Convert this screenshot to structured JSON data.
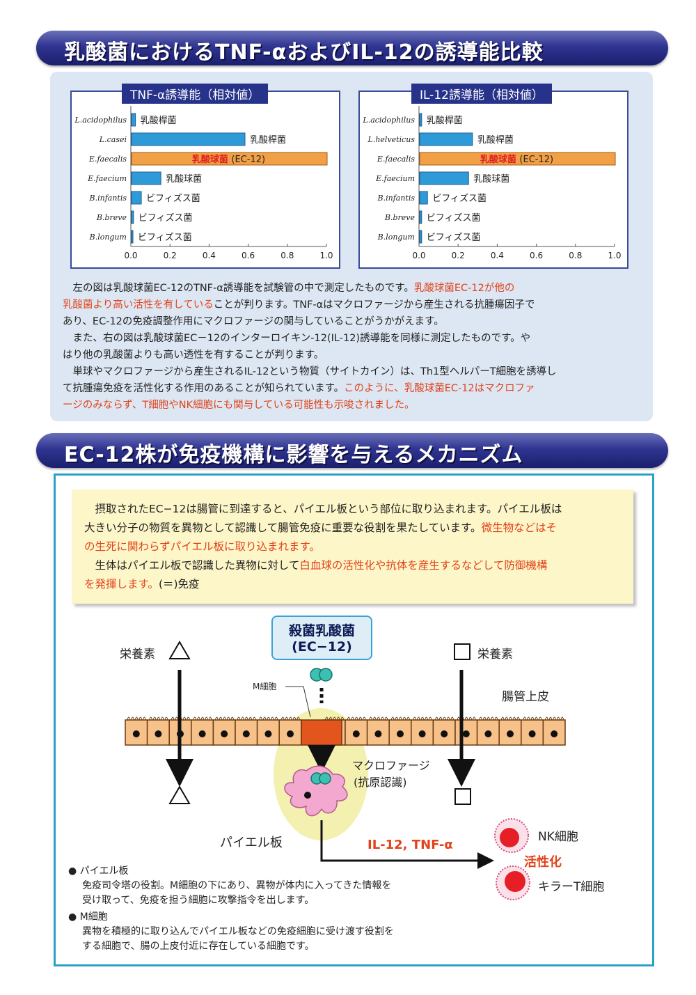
{
  "section1": {
    "title": "乳酸菌におけるTNF-αおよびIL-12の誘導能比較"
  },
  "section2": {
    "title": "EC-12株が免疫機構に影響を与えるメカニズム"
  },
  "chart_data": [
    {
      "type": "bar",
      "title": "TNF-α誘導能（相対値）",
      "categories": [
        "L.acidophilus",
        "L.casei",
        "E.faecalis",
        "E.faecium",
        "B.infantis",
        "B.breve",
        "B.longum"
      ],
      "bar_labels": [
        "乳酸桿菌",
        "乳酸桿菌",
        "乳酸球菌",
        "乳酸球菌",
        "ビフィズス菌",
        "ビフィズス菌",
        "ビフィズス菌"
      ],
      "highlight_suffix": "(EC-12)",
      "highlight_index": 2,
      "values": [
        0.02,
        0.58,
        1.0,
        0.15,
        0.05,
        0.01,
        0.0
      ],
      "xlim": [
        0,
        1.0
      ],
      "xticks": [
        "0.0",
        "0.2",
        "0.4",
        "0.6",
        "0.8",
        "1.0"
      ],
      "colors": {
        "normal": "#2f9ad8",
        "highlight": "#f2a046",
        "highlight_text": "#e02020"
      }
    },
    {
      "type": "bar",
      "title": "IL-12誘導能（相対値）",
      "categories": [
        "L.acidophilus",
        "L.helveticus",
        "E.faecalis",
        "E.faecium",
        "B.infantis",
        "B.breve",
        "B.longum"
      ],
      "bar_labels": [
        "乳酸桿菌",
        "乳酸桿菌",
        "乳酸球菌",
        "乳酸球菌",
        "ビフィズス菌",
        "ビフィズス菌",
        "ビフィズス菌"
      ],
      "highlight_suffix": "(EC-12)",
      "highlight_index": 2,
      "values": [
        0.01,
        0.27,
        1.0,
        0.25,
        0.04,
        0.01,
        0.01
      ],
      "xlim": [
        0,
        1.0
      ],
      "xticks": [
        "0.0",
        "0.2",
        "0.4",
        "0.6",
        "0.8",
        "1.0"
      ],
      "colors": {
        "normal": "#2f9ad8",
        "highlight": "#f2a046",
        "highlight_text": "#e02020"
      }
    }
  ],
  "text1": {
    "l1a": "　左の図は乳酸球菌EC-12のTNF-α誘導能を試験管の中で測定したものです。",
    "l1b": "乳酸球菌EC-12が他の",
    "l2a": "乳酸菌より高い活性を有している",
    "l2b": "ことが判ります。TNF-αはマクロファージから産生される抗腫瘍因子で",
    "l3": "あり、EC-12の免疫調整作用にマクロファージの関与していることがうかがえます。",
    "l4": "　また、右の図は乳酸球菌EC－12のインターロイキン-12(IL-12)誘導能を同様に測定したものです。や",
    "l5": "はり他の乳酸菌よりも高い透性を有することが判ります。",
    "l6": "　単球やマクロファージから産生されるIL-12という物質（サイトカイン）は、Th1型ヘルパーT細胞を誘導し",
    "l7a": "て抗腫瘍免疫を活性化する作用のあることが知られています。",
    "l7b": "このように、乳酸球菌EC-12はマクロファ",
    "l8": "ージのみならず、T細胞やNK細胞にも関与している可能性も示唆されました。"
  },
  "text2": {
    "l1": "　摂取されたEC−12は腸管に到達すると、パイエル板という部位に取り込まれます。パイエル板は",
    "l2a": "大きい分子の物質を異物として認識して腸管免疫に重要な役割を果たしています。",
    "l2b": "微生物などはそ",
    "l3": "の生死に関わらずパイエル板に取り込まれます。",
    "l4a": "　生体はパイエル板で認識した異物に対して",
    "l4b": "白血球の活性化や抗体を産生するなどして防御機構",
    "l5a": "を発揮します。",
    "l5b": "(＝)免疫"
  },
  "diagram": {
    "bacteria_box_l1": "殺菌乳酸菌",
    "bacteria_box_l2": "(EC−12)",
    "nutrient_left": "栄養素",
    "nutrient_right": "栄養素",
    "m_cell": "M細胞",
    "epithelium": "腸管上皮",
    "macrophage_l1": "マクロファージ",
    "macrophage_l2": "(抗原認識)",
    "peyer": "パイエル板",
    "cytokines": "IL-12, TNF-α",
    "activation": "活性化",
    "nk_cell": "NK細胞",
    "killer_t": "キラーT細胞"
  },
  "notes": [
    {
      "bullet": "●",
      "title": "パイエル板",
      "l1": "免疫司令塔の役割。M細胞の下にあり、異物が体内に入ってきた情報を",
      "l2": "受け取って、免疫を担う細胞に攻撃指令を出します。"
    },
    {
      "bullet": "●",
      "title": "M細胞",
      "l1": "異物を積極的に取り込んでパイエル板などの免疫細胞に受け渡す役割を",
      "l2": "する細胞で、腸の上皮付近に存在している細胞です。"
    }
  ]
}
